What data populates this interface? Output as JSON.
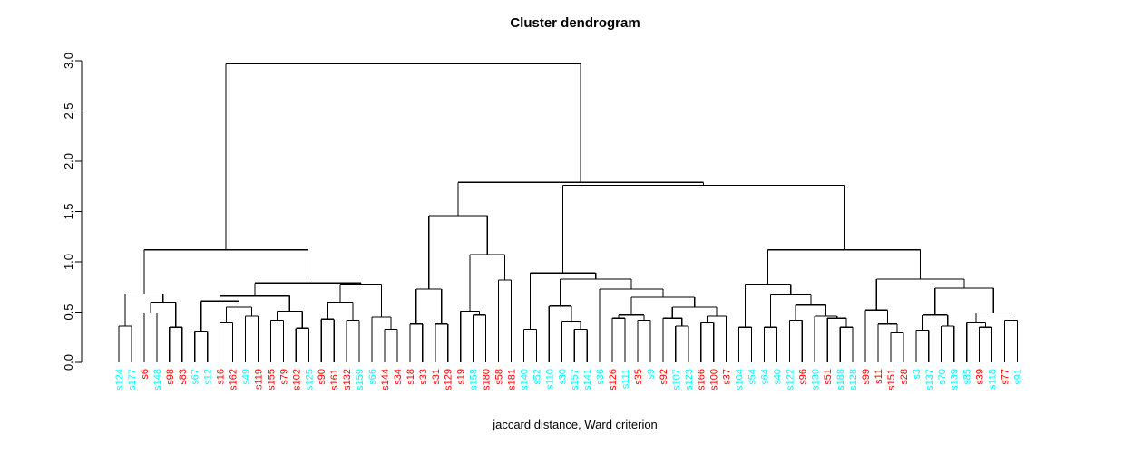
{
  "chart": {
    "title": "Cluster dendrogram",
    "caption": "jaccard distance, Ward criterion"
  },
  "chart_data": {
    "type": "dendrogram",
    "title": "Cluster dendrogram",
    "xlabel": "jaccard distance, Ward criterion",
    "ylabel": "",
    "ylim": [
      0,
      3.0
    ],
    "yticks": [
      "0.0",
      "0.5",
      "1.0",
      "1.5",
      "2.0",
      "2.5",
      "3.0"
    ],
    "grid": false,
    "legend": null,
    "root_height": 2.97,
    "leaf_colors": {
      "cyan": "#00ffff",
      "red": "#ff0000"
    },
    "leaves": [
      {
        "label": "s124",
        "color": "cyan"
      },
      {
        "label": "s177",
        "color": "cyan"
      },
      {
        "label": "s6",
        "color": "red"
      },
      {
        "label": "s148",
        "color": "cyan"
      },
      {
        "label": "s98",
        "color": "red"
      },
      {
        "label": "s83",
        "color": "red"
      },
      {
        "label": "s67",
        "color": "cyan"
      },
      {
        "label": "s12",
        "color": "cyan"
      },
      {
        "label": "s16",
        "color": "red"
      },
      {
        "label": "s162",
        "color": "red"
      },
      {
        "label": "s49",
        "color": "cyan"
      },
      {
        "label": "s119",
        "color": "red"
      },
      {
        "label": "s155",
        "color": "red"
      },
      {
        "label": "s79",
        "color": "red"
      },
      {
        "label": "s102",
        "color": "red"
      },
      {
        "label": "s125",
        "color": "cyan"
      },
      {
        "label": "s90",
        "color": "red"
      },
      {
        "label": "s161",
        "color": "red"
      },
      {
        "label": "s132",
        "color": "red"
      },
      {
        "label": "s159",
        "color": "cyan"
      },
      {
        "label": "s66",
        "color": "cyan"
      },
      {
        "label": "s144",
        "color": "red"
      },
      {
        "label": "s34",
        "color": "red"
      },
      {
        "label": "s18",
        "color": "red"
      },
      {
        "label": "s33",
        "color": "red"
      },
      {
        "label": "s31",
        "color": "red"
      },
      {
        "label": "s129",
        "color": "red"
      },
      {
        "label": "s19",
        "color": "red"
      },
      {
        "label": "s158",
        "color": "cyan"
      },
      {
        "label": "s180",
        "color": "red"
      },
      {
        "label": "s58",
        "color": "red"
      },
      {
        "label": "s181",
        "color": "red"
      },
      {
        "label": "s140",
        "color": "cyan"
      },
      {
        "label": "s52",
        "color": "cyan"
      },
      {
        "label": "s110",
        "color": "cyan"
      },
      {
        "label": "s30",
        "color": "cyan"
      },
      {
        "label": "s157",
        "color": "cyan"
      },
      {
        "label": "s141",
        "color": "cyan"
      },
      {
        "label": "s36",
        "color": "cyan"
      },
      {
        "label": "s126",
        "color": "red"
      },
      {
        "label": "s111",
        "color": "cyan"
      },
      {
        "label": "s35",
        "color": "red"
      },
      {
        "label": "s9",
        "color": "cyan"
      },
      {
        "label": "s92",
        "color": "red"
      },
      {
        "label": "s107",
        "color": "cyan"
      },
      {
        "label": "s123",
        "color": "cyan"
      },
      {
        "label": "s166",
        "color": "red"
      },
      {
        "label": "s100",
        "color": "red"
      },
      {
        "label": "s37",
        "color": "red"
      },
      {
        "label": "s104",
        "color": "cyan"
      },
      {
        "label": "s54",
        "color": "cyan"
      },
      {
        "label": "s64",
        "color": "cyan"
      },
      {
        "label": "s40",
        "color": "cyan"
      },
      {
        "label": "s122",
        "color": "cyan"
      },
      {
        "label": "s96",
        "color": "red"
      },
      {
        "label": "s130",
        "color": "cyan"
      },
      {
        "label": "s51",
        "color": "red"
      },
      {
        "label": "s188",
        "color": "cyan"
      },
      {
        "label": "s128",
        "color": "cyan"
      },
      {
        "label": "s99",
        "color": "red"
      },
      {
        "label": "s11",
        "color": "red"
      },
      {
        "label": "s151",
        "color": "red"
      },
      {
        "label": "s28",
        "color": "red"
      },
      {
        "label": "s3",
        "color": "cyan"
      },
      {
        "label": "s137",
        "color": "cyan"
      },
      {
        "label": "s70",
        "color": "cyan"
      },
      {
        "label": "s139",
        "color": "cyan"
      },
      {
        "label": "s85",
        "color": "cyan"
      },
      {
        "label": "s39",
        "color": "red"
      },
      {
        "label": "s118",
        "color": "cyan"
      },
      {
        "label": "s77",
        "color": "red"
      },
      {
        "label": "s91",
        "color": "cyan"
      }
    ],
    "tree": {
      "h": 2.97,
      "c": [
        {
          "h": 1.12,
          "c": [
            {
              "h": 0.68,
              "c": [
                {
                  "h": 0.36,
                  "c": [
                    "s124",
                    "s177"
                  ]
                },
                {
                  "h": 0.6,
                  "c": [
                    {
                      "h": 0.49,
                      "c": [
                        "s6",
                        "s148"
                      ]
                    },
                    {
                      "h": 0.35,
                      "c": [
                        "s98",
                        "s83"
                      ]
                    }
                  ]
                }
              ]
            },
            {
              "h": 0.79,
              "c": [
                {
                  "h": 0.66,
                  "c": [
                    {
                      "h": 0.61,
                      "c": [
                        {
                          "h": 0.31,
                          "c": [
                            "s67",
                            "s12"
                          ]
                        },
                        {
                          "h": 0.55,
                          "c": [
                            {
                              "h": 0.4,
                              "c": [
                                "s16",
                                "s162"
                              ]
                            },
                            {
                              "h": 0.46,
                              "c": [
                                "s49",
                                "s119"
                              ]
                            }
                          ]
                        }
                      ]
                    },
                    {
                      "h": 0.51,
                      "c": [
                        {
                          "h": 0.42,
                          "c": [
                            "s155",
                            "s79"
                          ]
                        },
                        {
                          "h": 0.34,
                          "c": [
                            "s102",
                            "s125"
                          ]
                        }
                      ]
                    }
                  ]
                },
                {
                  "h": 0.77,
                  "c": [
                    {
                      "h": 0.6,
                      "c": [
                        {
                          "h": 0.43,
                          "c": [
                            "s90",
                            "s161"
                          ]
                        },
                        {
                          "h": 0.42,
                          "c": [
                            "s132",
                            "s159"
                          ]
                        }
                      ]
                    },
                    {
                      "h": 0.45,
                      "c": [
                        "s66",
                        {
                          "h": 0.33,
                          "c": [
                            "s144",
                            "s34"
                          ]
                        }
                      ]
                    }
                  ]
                }
              ]
            }
          ]
        },
        {
          "h": 1.79,
          "c": [
            {
              "h": 1.46,
              "c": [
                {
                  "h": 0.73,
                  "c": [
                    {
                      "h": 0.38,
                      "c": [
                        "s18",
                        "s33"
                      ]
                    },
                    {
                      "h": 0.38,
                      "c": [
                        "s31",
                        "s129"
                      ]
                    }
                  ]
                },
                {
                  "h": 1.07,
                  "c": [
                    {
                      "h": 0.51,
                      "c": [
                        "s19",
                        {
                          "h": 0.47,
                          "c": [
                            "s158",
                            "s180"
                          ]
                        }
                      ]
                    },
                    {
                      "h": 0.82,
                      "c": [
                        "s58",
                        "s181"
                      ]
                    }
                  ]
                }
              ]
            },
            {
              "h": 1.76,
              "c": [
                {
                  "h": 0.89,
                  "c": [
                    {
                      "h": 0.33,
                      "c": [
                        "s140",
                        "s52"
                      ]
                    },
                    {
                      "h": 0.83,
                      "c": [
                        {
                          "h": 0.56,
                          "c": [
                            "s110",
                            {
                              "h": 0.41,
                              "c": [
                                "s30",
                                {
                                  "h": 0.33,
                                  "c": [
                                    "s157",
                                    "s141"
                                  ]
                                }
                              ]
                            }
                          ]
                        },
                        {
                          "h": 0.73,
                          "c": [
                            "s36",
                            {
                              "h": 0.65,
                              "c": [
                                {
                                  "h": 0.47,
                                  "c": [
                                    {
                                      "h": 0.44,
                                      "c": [
                                        "s126",
                                        "s111"
                                      ]
                                    },
                                    {
                                      "h": 0.42,
                                      "c": [
                                        "s35",
                                        "s9"
                                      ]
                                    }
                                  ]
                                },
                                {
                                  "h": 0.55,
                                  "c": [
                                    {
                                      "h": 0.44,
                                      "c": [
                                        "s92",
                                        {
                                          "h": 0.36,
                                          "c": [
                                            "s107",
                                            "s123"
                                          ]
                                        }
                                      ]
                                    },
                                    {
                                      "h": 0.46,
                                      "c": [
                                        {
                                          "h": 0.4,
                                          "c": [
                                            "s166",
                                            "s100"
                                          ]
                                        },
                                        "s37"
                                      ]
                                    }
                                  ]
                                }
                              ]
                            }
                          ]
                        }
                      ]
                    }
                  ]
                },
                {
                  "h": 1.12,
                  "c": [
                    {
                      "h": 0.77,
                      "c": [
                        {
                          "h": 0.35,
                          "c": [
                            "s104",
                            "s54"
                          ]
                        },
                        {
                          "h": 0.67,
                          "c": [
                            {
                              "h": 0.35,
                              "c": [
                                "s64",
                                "s40"
                              ]
                            },
                            {
                              "h": 0.57,
                              "c": [
                                {
                                  "h": 0.42,
                                  "c": [
                                    "s122",
                                    "s96"
                                  ]
                                },
                                {
                                  "h": 0.46,
                                  "c": [
                                    "s130",
                                    {
                                      "h": 0.44,
                                      "c": [
                                        "s51",
                                        {
                                          "h": 0.35,
                                          "c": [
                                            "s188",
                                            "s128"
                                          ]
                                        }
                                      ]
                                    }
                                  ]
                                }
                              ]
                            }
                          ]
                        }
                      ]
                    },
                    {
                      "h": 0.83,
                      "c": [
                        {
                          "h": 0.52,
                          "c": [
                            "s99",
                            {
                              "h": 0.38,
                              "c": [
                                "s11",
                                {
                                  "h": 0.3,
                                  "c": [
                                    "s151",
                                    "s28"
                                  ]
                                }
                              ]
                            }
                          ]
                        },
                        {
                          "h": 0.74,
                          "c": [
                            {
                              "h": 0.47,
                              "c": [
                                {
                                  "h": 0.32,
                                  "c": [
                                    "s3",
                                    "s137"
                                  ]
                                },
                                {
                                  "h": 0.36,
                                  "c": [
                                    "s70",
                                    "s139"
                                  ]
                                }
                              ]
                            },
                            {
                              "h": 0.49,
                              "c": [
                                {
                                  "h": 0.4,
                                  "c": [
                                    "s85",
                                    {
                                      "h": 0.35,
                                      "c": [
                                        "s39",
                                        "s118"
                                      ]
                                    }
                                  ]
                                },
                                {
                                  "h": 0.42,
                                  "c": [
                                    "s77",
                                    "s91"
                                  ]
                                }
                              ]
                            }
                          ]
                        }
                      ]
                    }
                  ]
                }
              ]
            }
          ]
        }
      ]
    }
  },
  "style": {
    "line_color": "#000000",
    "text_color": "#000000",
    "background": "#ffffff"
  }
}
